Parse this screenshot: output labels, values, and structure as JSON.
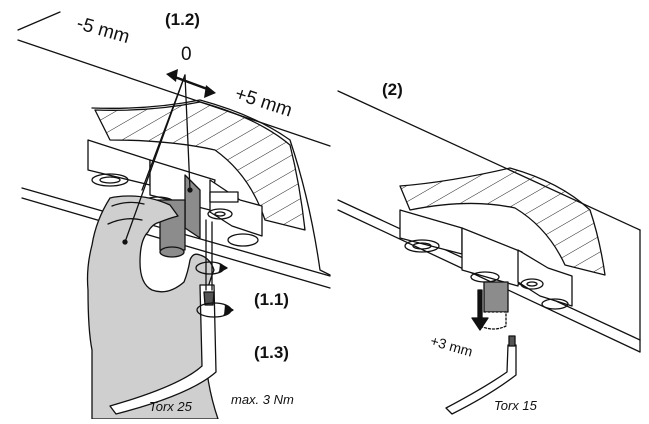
{
  "left_panel": {
    "step_adjust": "(1.2)",
    "zero": "0",
    "minus": "-5 mm",
    "plus": "+5 mm",
    "step_loosen": "(1.1)",
    "step_tighten": "(1.3)",
    "tool": "Torx 25",
    "torque": "max. 3 Nm"
  },
  "right_panel": {
    "step": "(2)",
    "offset": "+3 mm",
    "tool": "Torx 15"
  },
  "colors": {
    "line": "#111111",
    "hand_fill": "#cfcfcf",
    "part_fill": "#8c8c8c",
    "hatch": "#222222"
  }
}
